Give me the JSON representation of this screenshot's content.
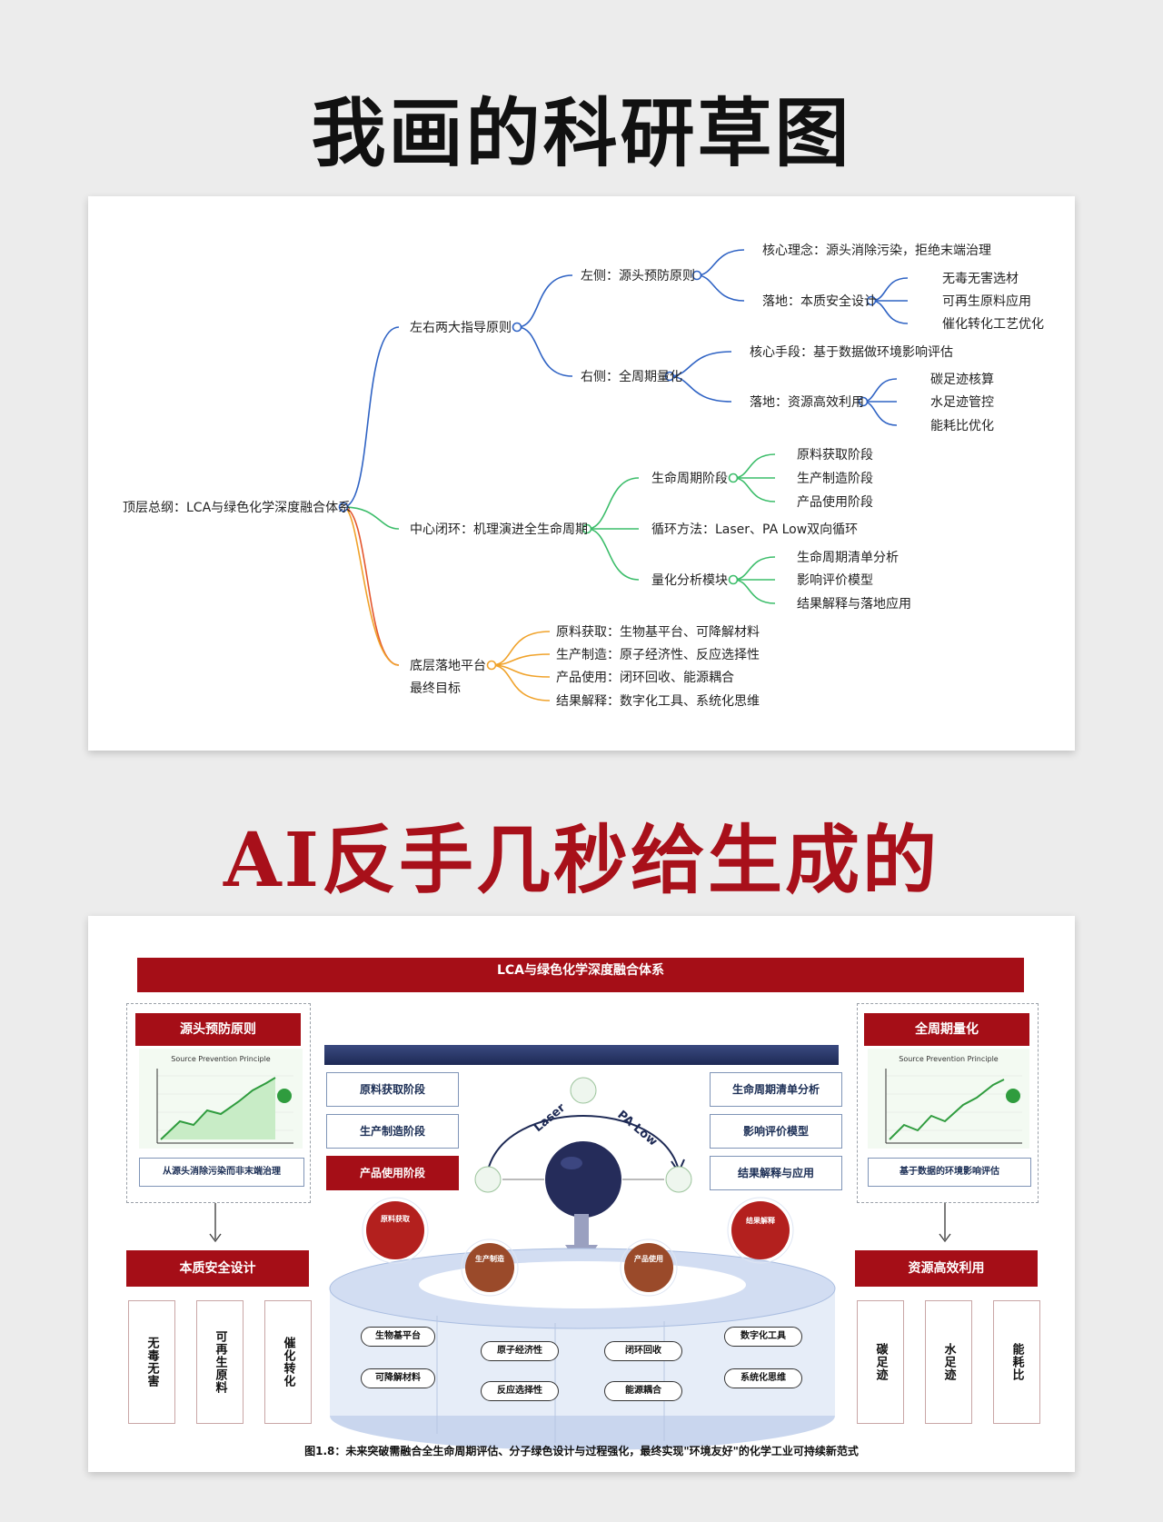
{
  "titles": {
    "top": "我画的科研草图",
    "bottom": "AI反手几秒给生成的"
  },
  "mindmap": {
    "root": "顶层总纲：LCA与绿色化学深度融合体系",
    "b1": "左右两大指导原则",
    "b1a": "左侧：源头预防原则",
    "b1a1": "核心理念：源头消除污染，拒绝末端治理",
    "b1a2": "落地：本质安全设计",
    "b1a2_items": [
      "无毒无害选材",
      "可再生原料应用",
      "催化转化工艺优化"
    ],
    "b1b": "右侧：全周期量化",
    "b1b1": "核心手段：基于数据做环境影响评估",
    "b1b2": "落地：资源高效利用",
    "b1b2_items": [
      "碳足迹核算",
      "水足迹管控",
      "能耗比优化"
    ],
    "b2": "中心闭环：机理演进全生命周期",
    "b2a": "生命周期阶段",
    "b2a_items": [
      "原料获取阶段",
      "生产制造阶段",
      "产品使用阶段"
    ],
    "b2b": "循环方法：Laser、PA Low双向循环",
    "b2c": "量化分析模块",
    "b2c_items": [
      "生命周期清单分析",
      "影响评价模型",
      "结果解释与落地应用"
    ],
    "b3": "底层落地平台",
    "b3_sub": "最终目标",
    "b3_items": [
      "原料获取：生物基平台、可降解材料",
      "生产制造：原子经济性、反应选择性",
      "产品使用：闭环回收、能源耦合",
      "结果解释：数字化工具、系统化思维"
    ]
  },
  "figure": {
    "title": "LCA与绿色化学深度融合体系",
    "left_header": "源头预防原则",
    "left_chart_title": "Source Prevention Principle",
    "left_caption": "从源头消除污染而非末端治理",
    "right_header": "全周期量化",
    "right_chart_title": "Source Prevention Principle",
    "right_caption": "基于数据的环境影响评估",
    "left_stages": [
      "原料获取阶段",
      "生产制造阶段",
      "产品使用阶段"
    ],
    "right_modules": [
      "生命周期清单分析",
      "影响评价模型",
      "结果解释与应用"
    ],
    "cycle_left": "Laser",
    "cycle_right": "PA Low",
    "left_bottom_header": "本质安全设计",
    "left_bottom_items": [
      "无毒无害",
      "可再生原料",
      "催化转化"
    ],
    "right_bottom_header": "资源高效利用",
    "right_bottom_items": [
      "碳足迹",
      "水足迹",
      "能耗比"
    ],
    "spheres": [
      "原料获取",
      "生产制造",
      "产品使用",
      "结果解释"
    ],
    "pills": [
      "生物基平台",
      "可降解材料",
      "原子经济性",
      "反应选择性",
      "闭环回收",
      "能源耦合",
      "数字化工具",
      "系统化思维"
    ],
    "caption": "图1.8：未来突破需融合全生命周期评估、分子绿色设计与过程强化，最终实现\"环境友好\"的化学工业可持续新范式"
  },
  "colors": {
    "red": "#a50e17",
    "navy": "#1e2a55",
    "blue": "#2f63c4",
    "green": "#3cbd6a",
    "orange": "#f0a22a"
  }
}
